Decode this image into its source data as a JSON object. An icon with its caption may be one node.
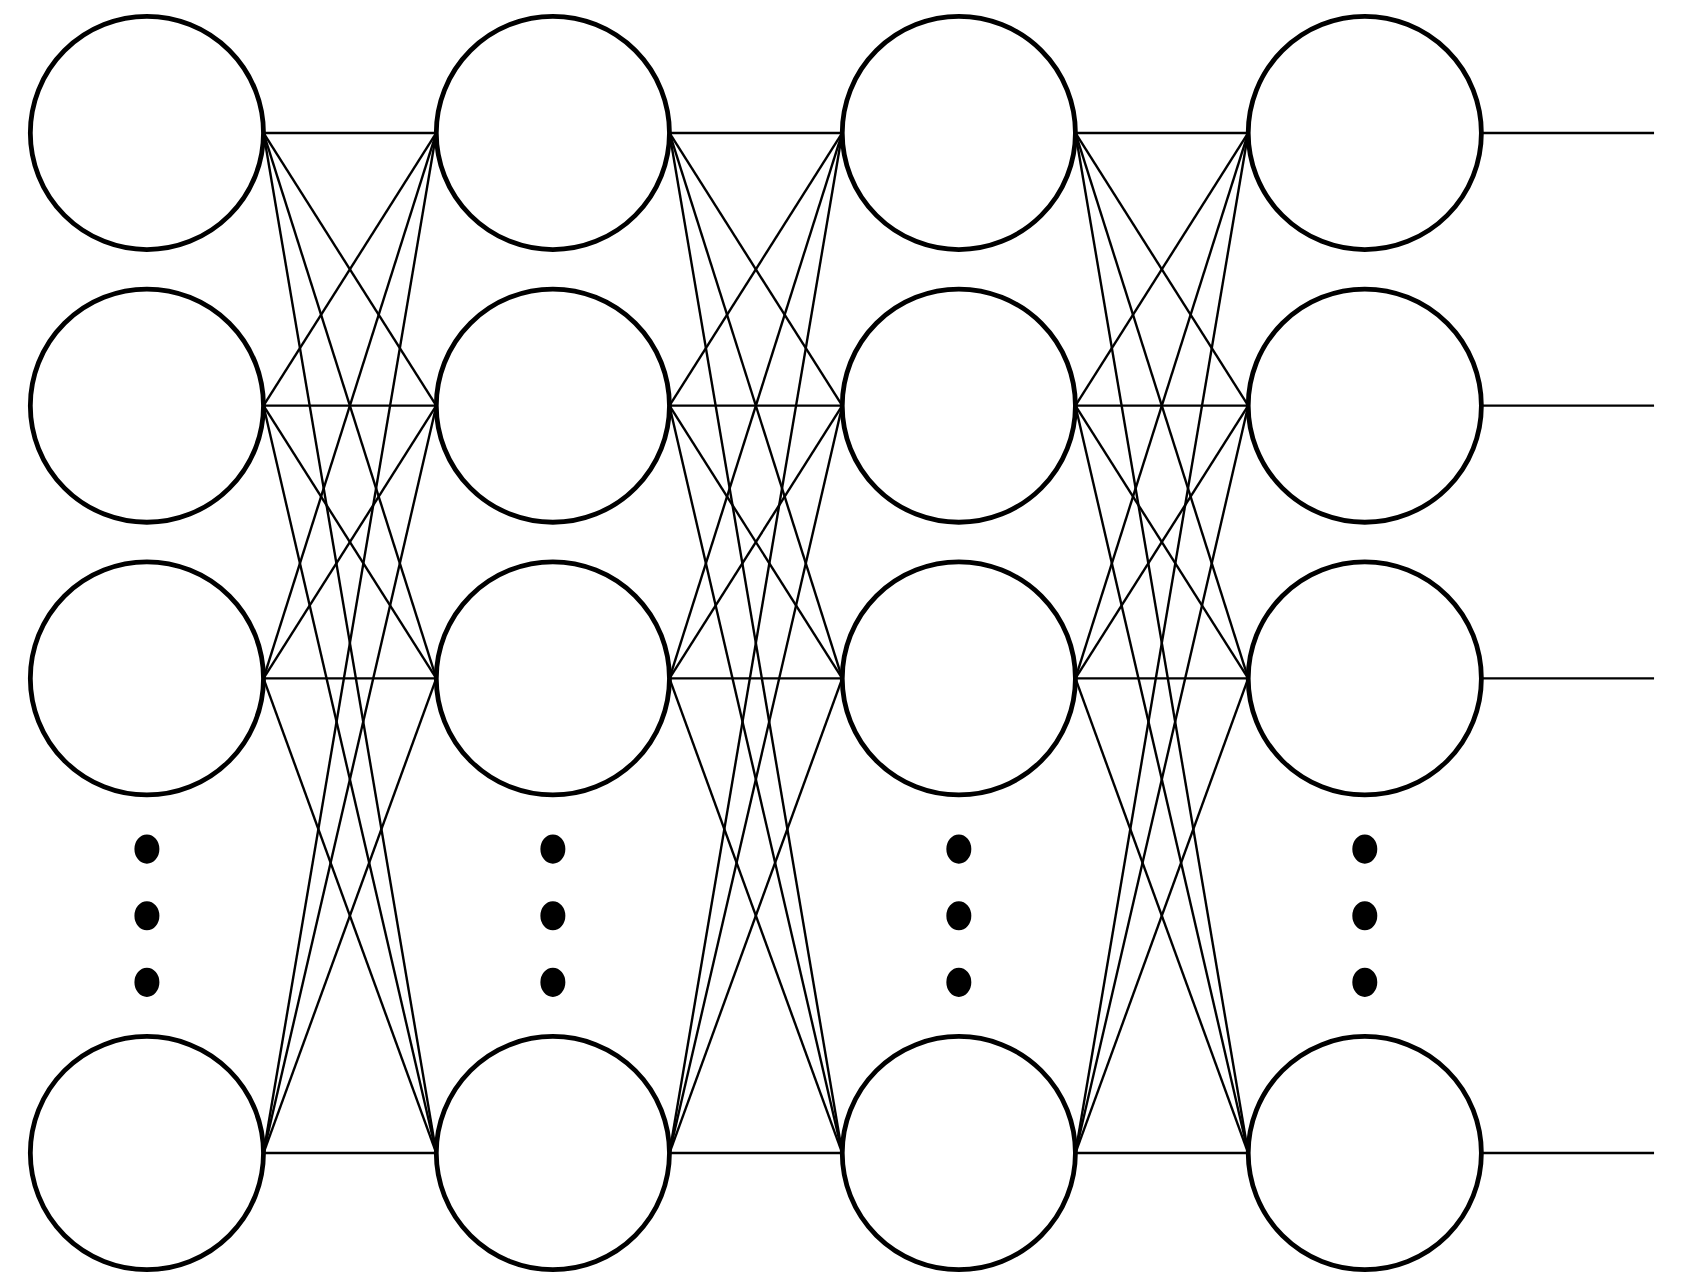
{
  "diagram": {
    "nodes": [
      {
        "text": [],
        "shape": "circle"
      },
      {
        "text": [],
        "shape": "circle"
      },
      {
        "text": [],
        "shape": "circle"
      },
      {
        "text": [],
        "shape": "circle"
      },
      {
        "text": [],
        "shape": "circle"
      },
      {
        "text": [],
        "shape": "circle"
      },
      {
        "text": [],
        "shape": "circle"
      },
      {
        "text": [],
        "shape": "circle"
      },
      {
        "text": [],
        "shape": "circle"
      },
      {
        "text": [],
        "shape": "circle"
      },
      {
        "text": [],
        "shape": "circle"
      },
      {
        "text": [],
        "shape": "circle"
      },
      {
        "text": [],
        "shape": "circle"
      },
      {
        "text": [],
        "shape": "circle"
      },
      {
        "text": [],
        "shape": "circle"
      },
      {
        "text": [],
        "shape": "circle"
      }
    ],
    "edges": [
      {
        "from": 0,
        "to": 4,
        "arrow": "none"
      },
      {
        "from": 0,
        "to": 5,
        "arrow": "none"
      },
      {
        "from": 0,
        "to": 6,
        "arrow": "none"
      },
      {
        "from": 0,
        "to": 7,
        "arrow": "none"
      },
      {
        "from": 1,
        "to": 4,
        "arrow": "none"
      },
      {
        "from": 1,
        "to": 5,
        "arrow": "none"
      },
      {
        "from": 1,
        "to": 6,
        "arrow": "none"
      },
      {
        "from": 1,
        "to": 7,
        "arrow": "none"
      },
      {
        "from": 2,
        "to": 4,
        "arrow": "none"
      },
      {
        "from": 2,
        "to": 5,
        "arrow": "none"
      },
      {
        "from": 2,
        "to": 6,
        "arrow": "none"
      },
      {
        "from": 2,
        "to": 7,
        "arrow": "none"
      },
      {
        "from": 3,
        "to": 4,
        "arrow": "none"
      },
      {
        "from": 3,
        "to": 5,
        "arrow": "none"
      },
      {
        "from": 3,
        "to": 6,
        "arrow": "none"
      },
      {
        "from": 3,
        "to": 7,
        "arrow": "none"
      },
      {
        "from": 4,
        "to": 8,
        "arrow": "none"
      },
      {
        "from": 4,
        "to": 9,
        "arrow": "none"
      },
      {
        "from": 4,
        "to": 10,
        "arrow": "none"
      },
      {
        "from": 4,
        "to": 11,
        "arrow": "none"
      },
      {
        "from": 5,
        "to": 8,
        "arrow": "none"
      },
      {
        "from": 5,
        "to": 9,
        "arrow": "none"
      },
      {
        "from": 5,
        "to": 10,
        "arrow": "none"
      },
      {
        "from": 5,
        "to": 11,
        "arrow": "none"
      },
      {
        "from": 6,
        "to": 8,
        "arrow": "none"
      },
      {
        "from": 6,
        "to": 9,
        "arrow": "none"
      },
      {
        "from": 6,
        "to": 10,
        "arrow": "none"
      },
      {
        "from": 6,
        "to": 11,
        "arrow": "none"
      },
      {
        "from": 7,
        "to": 8,
        "arrow": "none"
      },
      {
        "from": 7,
        "to": 9,
        "arrow": "none"
      },
      {
        "from": 7,
        "to": 10,
        "arrow": "none"
      },
      {
        "from": 7,
        "to": 11,
        "arrow": "none"
      },
      {
        "from": 8,
        "to": 12,
        "arrow": "none"
      },
      {
        "from": 8,
        "to": 13,
        "arrow": "none"
      },
      {
        "from": 8,
        "to": 14,
        "arrow": "none"
      },
      {
        "from": 8,
        "to": 15,
        "arrow": "none"
      },
      {
        "from": 9,
        "to": 12,
        "arrow": "none"
      },
      {
        "from": 9,
        "to": 13,
        "arrow": "none"
      },
      {
        "from": 9,
        "to": 14,
        "arrow": "none"
      },
      {
        "from": 9,
        "to": 15,
        "arrow": "none"
      },
      {
        "from": 10,
        "to": 12,
        "arrow": "none"
      },
      {
        "from": 10,
        "to": 13,
        "arrow": "none"
      },
      {
        "from": 10,
        "to": 14,
        "arrow": "none"
      },
      {
        "from": 10,
        "to": 15,
        "arrow": "none"
      },
      {
        "from": 11,
        "to": 12,
        "arrow": "none"
      },
      {
        "from": 11,
        "to": 13,
        "arrow": "none"
      },
      {
        "from": 11,
        "to": 14,
        "arrow": "none"
      },
      {
        "from": 11,
        "to": 15,
        "arrow": "none"
      },
      {
        "from": 12,
        "to": null,
        "arrow": "none"
      },
      {
        "from": 13,
        "to": null,
        "arrow": "none"
      },
      {
        "from": 14,
        "to": null,
        "arrow": "none"
      },
      {
        "from": 15,
        "to": null,
        "arrow": "none"
      }
    ]
  }
}
